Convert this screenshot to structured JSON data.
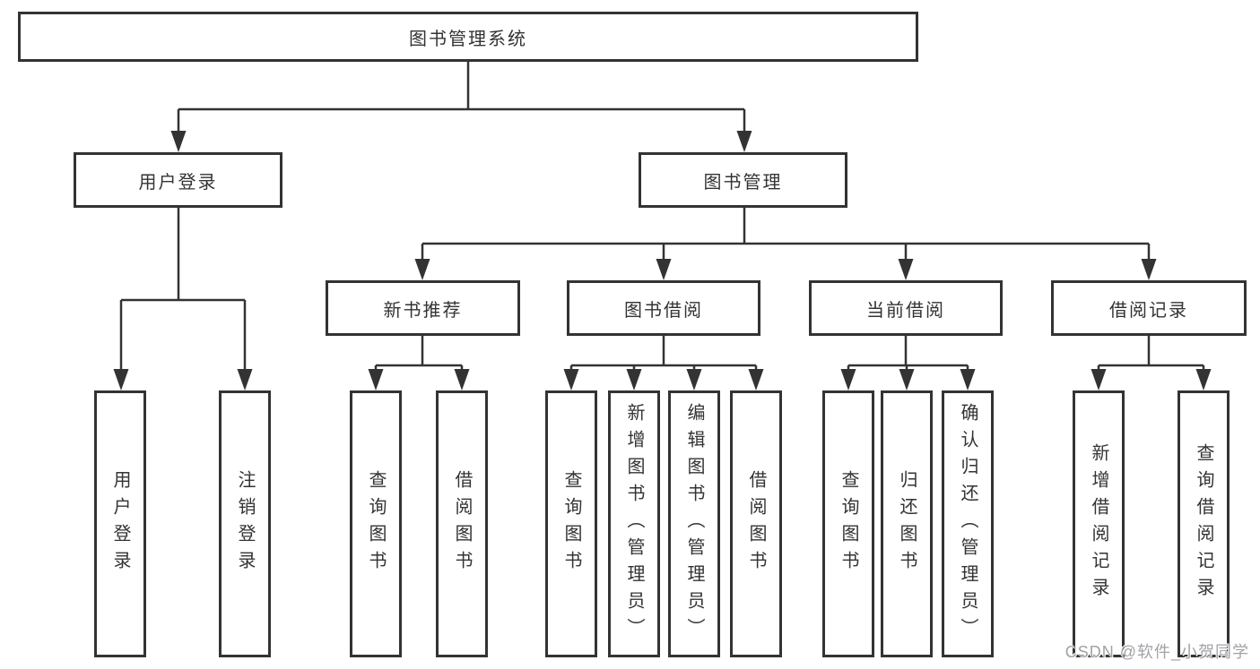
{
  "tree": {
    "label": "图书管理系统",
    "children": [
      {
        "label": "用户登录",
        "children": [
          {
            "label": "用户登录"
          },
          {
            "label": "注销登录"
          }
        ]
      },
      {
        "label": "图书管理",
        "children": [
          {
            "label": "新书推荐",
            "children": [
              {
                "label": "查询图书"
              },
              {
                "label": "借阅图书"
              }
            ]
          },
          {
            "label": "图书借阅",
            "children": [
              {
                "label": "查询图书"
              },
              {
                "label": "新增图书（管理员）"
              },
              {
                "label": "编辑图书（管理员）"
              },
              {
                "label": "借阅图书"
              }
            ]
          },
          {
            "label": "当前借阅",
            "children": [
              {
                "label": "查询图书"
              },
              {
                "label": "归还图书"
              },
              {
                "label": "确认归还（管理员）"
              }
            ]
          },
          {
            "label": "借阅记录",
            "children": [
              {
                "label": "新增借阅记录"
              },
              {
                "label": "查询借阅记录"
              }
            ]
          }
        ]
      }
    ]
  },
  "watermark": {
    "text": "CSDN @软件_小贺同学"
  },
  "colors": {
    "line": "#333333",
    "box_border": "#333333",
    "box_background": "#ffffff",
    "text": "#333333",
    "watermark": "#a2a2a7",
    "background": "#ffffff"
  }
}
